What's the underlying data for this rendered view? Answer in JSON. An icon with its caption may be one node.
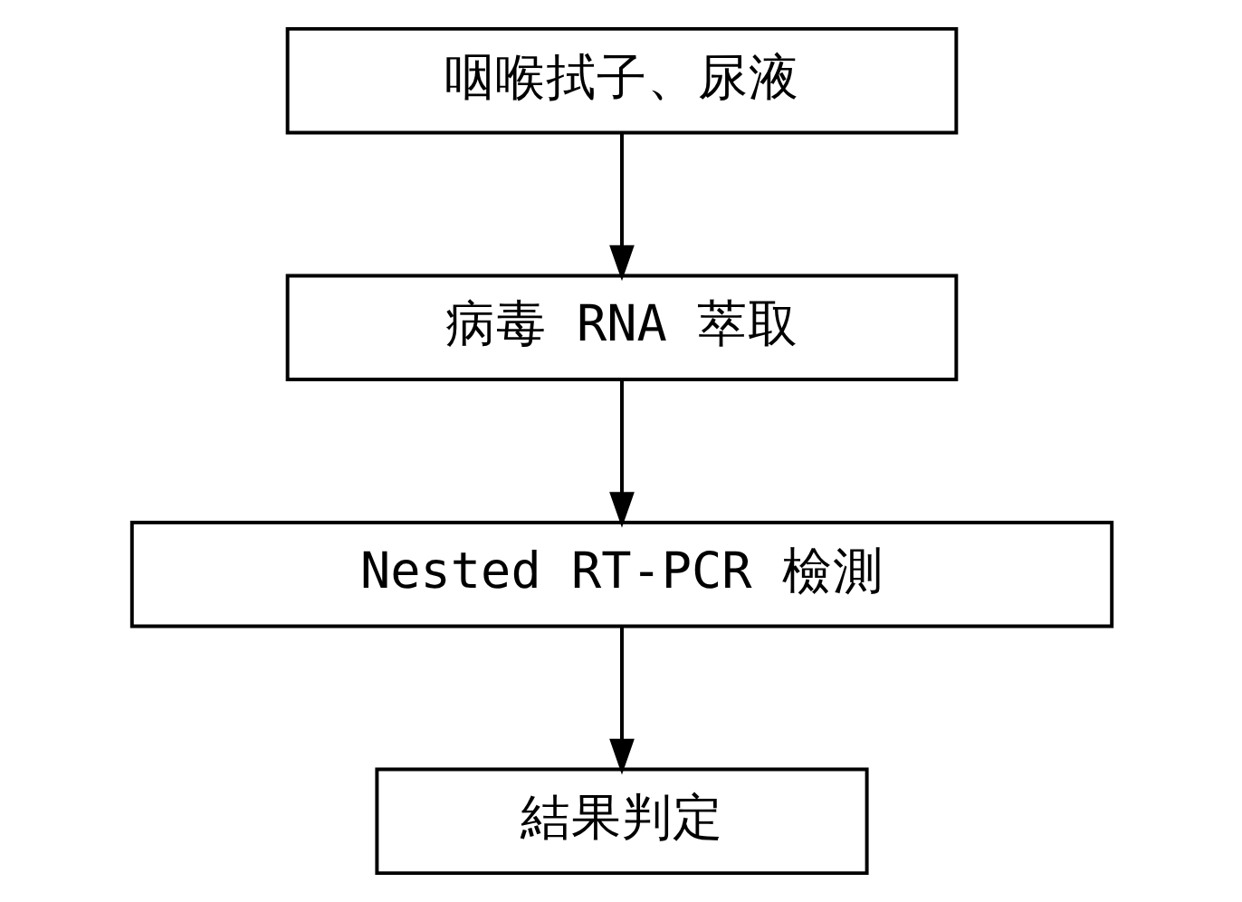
{
  "diagram": {
    "nodes": [
      {
        "text": [
          "咽喉拭子、尿液"
        ]
      },
      {
        "text": [
          "病毒 RNA 萃取"
        ]
      },
      {
        "text": [
          "Nested RT-PCR 檢測"
        ]
      },
      {
        "text": [
          "結果判定"
        ]
      }
    ],
    "edges": [
      {
        "from": 0,
        "to": 1,
        "arrow": "to"
      },
      {
        "from": 1,
        "to": 2,
        "arrow": "to"
      },
      {
        "from": 2,
        "to": 3,
        "arrow": "to"
      }
    ]
  }
}
